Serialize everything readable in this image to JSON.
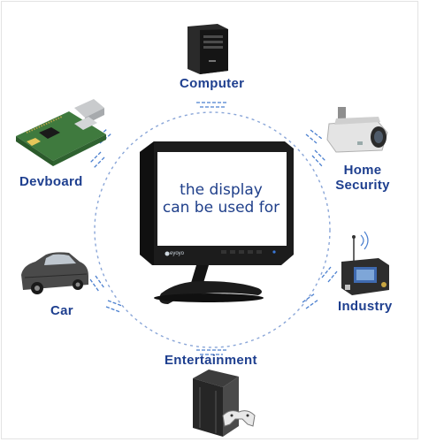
{
  "screen": {
    "line1": "the display",
    "line2": "can be used for",
    "brand": "eyoyo"
  },
  "uses": {
    "computer": "Computer",
    "home_security_line1": "Home",
    "home_security_line2": "Security",
    "devboard": "Devboard",
    "car": "Car",
    "industry": "Industry",
    "entertainment": "Entertainment"
  },
  "colors": {
    "label": "#1e3f8f",
    "wave": "#4a7fcf",
    "circle": "#8aa6d8",
    "monitor": "#1c1c1c"
  },
  "icons": [
    "computer-tower-icon",
    "security-camera-icon",
    "raspberry-pi-board-icon",
    "car-icon",
    "industrial-device-icon",
    "game-console-icon",
    "monitor-icon"
  ]
}
